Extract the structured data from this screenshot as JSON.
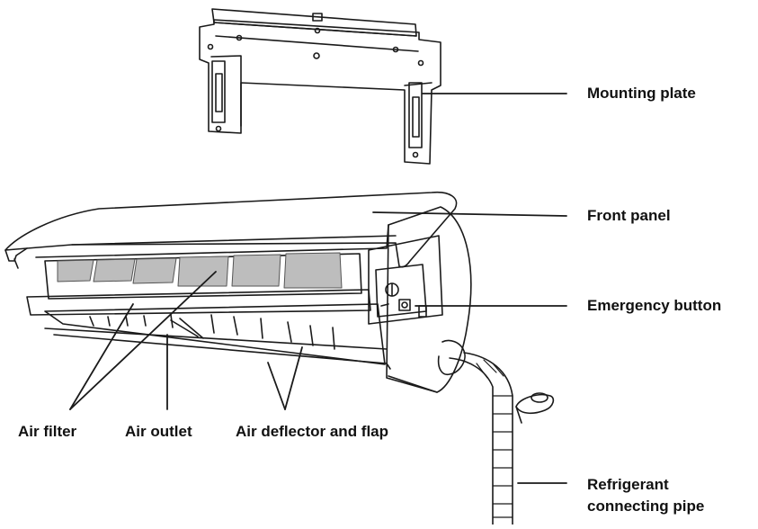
{
  "labels": {
    "mounting_plate": "Mounting plate",
    "front_panel": "Front panel",
    "emergency_button": "Emergency button",
    "air_filter": "Air filter",
    "air_outlet": "Air outlet",
    "air_deflector": "Air deflector and flap",
    "pipe_line1": "Refrigerant",
    "pipe_line2": "connecting pipe"
  },
  "colors": {
    "line": "#1a1a1a",
    "filter_fill": "#bdbdbd",
    "background": "#ffffff"
  }
}
